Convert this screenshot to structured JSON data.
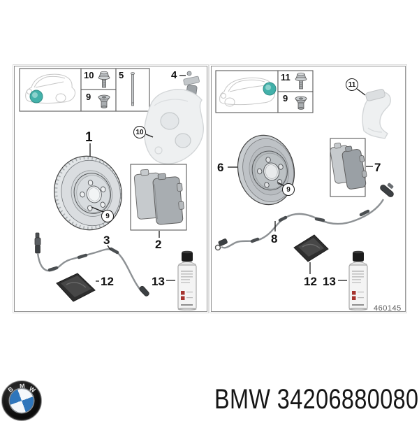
{
  "footer": {
    "part_text": "BMW 34206880080",
    "logo_b": "B",
    "logo_m": "M",
    "logo_w": "W"
  },
  "left_panel": {
    "box_bolt_label": "10",
    "box_screw_label": "9",
    "box_pin_label": "5",
    "callout_clip": "4",
    "callout_disc": "1",
    "callout_pads": "2",
    "callout_sensor": "3",
    "callout_packet": "12",
    "callout_spray": "13",
    "circled_caliper": "10",
    "circled_hub": "9"
  },
  "right_panel": {
    "box_bolt_label": "11",
    "box_screw_label": "9",
    "circled_carrier": "11",
    "circled_hub": "9",
    "callout_disc": "6",
    "callout_pads": "7",
    "callout_sensor": "8",
    "callout_packet": "12",
    "callout_spray": "13",
    "diagram_number": "460145"
  },
  "colors": {
    "teal_highlight": "#2fa9a1",
    "bmw_blue": "#2f76bb",
    "can_red": "#a63530"
  },
  "icons": {
    "car_left": "mini-front-quarter-sketch",
    "car_right": "mini-rear-quarter-sketch",
    "highlight": "teal-wheel-highlight",
    "bolt": "hex-flange-bolt",
    "countersunk_screw": "countersunk-screw",
    "guide_pin": "guide-pin",
    "caliper": "brake-caliper-ghost",
    "carrier": "caliper-carrier-ghost",
    "disc_vented": "vented-brake-disc",
    "disc_solid": "solid-brake-disc",
    "pads": "brake-pad-set",
    "wear_sensor": "brake-wear-sensor-cable",
    "packet": "grease-sachet",
    "spray_can": "spray-can",
    "bmw_roundel": "bmw-roundel-logo"
  }
}
